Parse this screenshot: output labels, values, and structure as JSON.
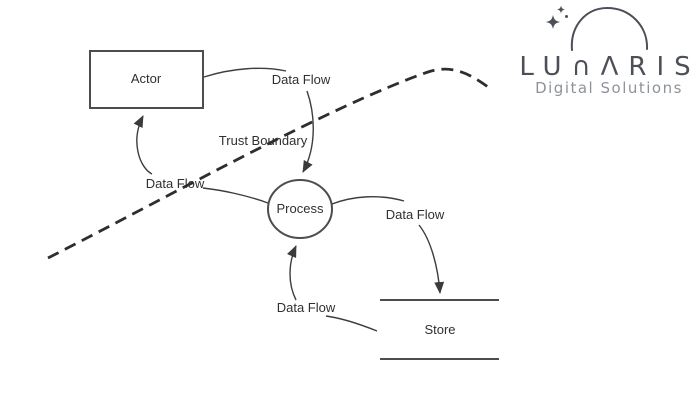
{
  "page": {
    "background_color": "#ffffff"
  },
  "logo": {
    "brand": "LUNARIS",
    "brand_glyphs": "LU∩ΛRIS",
    "tagline": "Digital Solutions",
    "icon": "crescent-moon-with-sparkles",
    "colors": {
      "brand_text": "#4b5058",
      "tagline_text": "#8e929a"
    }
  },
  "diagram": {
    "type": "threat-model-data-flow-diagram",
    "nodes": [
      {
        "id": "actor",
        "shape": "rectangle",
        "label": "Actor"
      },
      {
        "id": "process",
        "shape": "circle",
        "label": "Process"
      },
      {
        "id": "store",
        "shape": "datastore",
        "label": "Store"
      }
    ],
    "edges": [
      {
        "from": "actor",
        "to": "process",
        "label": "Data Flow"
      },
      {
        "from": "process",
        "to": "actor",
        "label": "Data Flow"
      },
      {
        "from": "process",
        "to": "store",
        "label": "Data Flow"
      },
      {
        "from": "store",
        "to": "process",
        "label": "Data Flow"
      }
    ],
    "boundary": {
      "label": "Trust Boundary",
      "style": "dashed"
    },
    "colors": {
      "node_stroke": "#4d4d4d",
      "edge_stroke": "#3d3d3d",
      "arrowhead_fill": "#3b3b3b",
      "boundary_stroke": "#2e2e2e",
      "label_text": "#303030"
    }
  }
}
